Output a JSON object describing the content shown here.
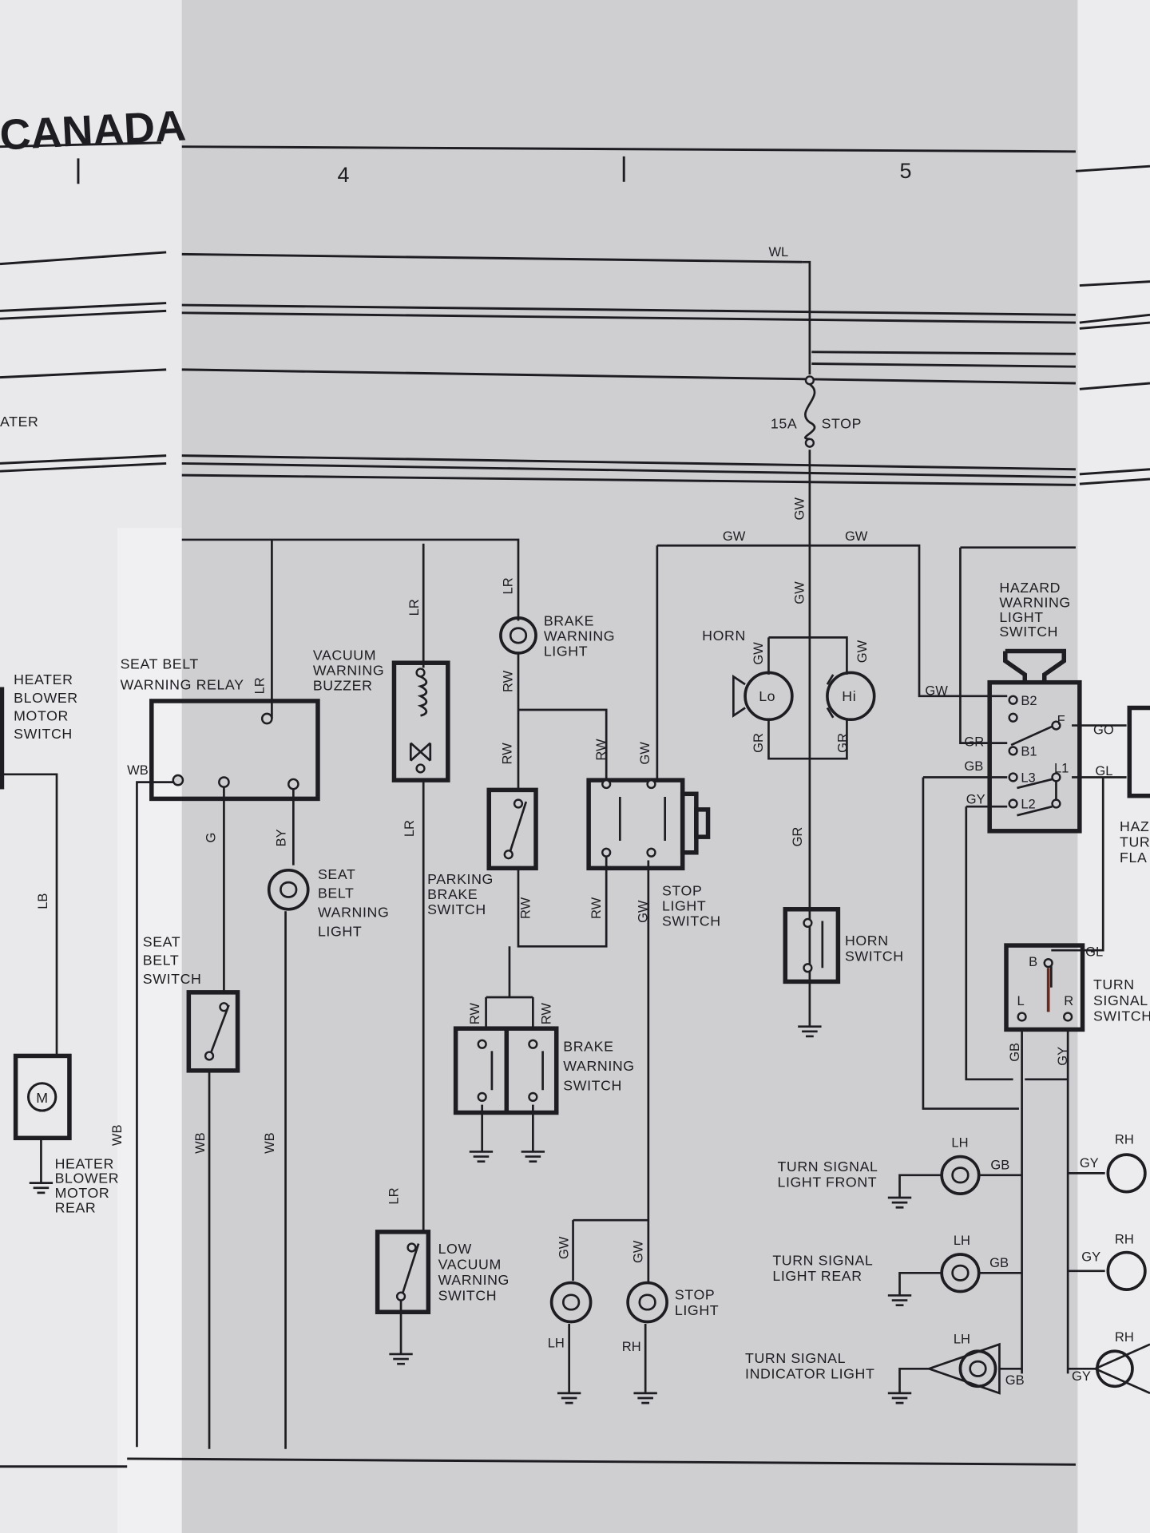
{
  "title": "CANADA",
  "columns": [
    "4",
    "5"
  ],
  "fuse": {
    "rating": "15A",
    "name": "STOP"
  },
  "components": {
    "heater_partial": [
      "ATER"
    ],
    "heater_blower_motor_switch": [
      "HEATER",
      "BLOWER",
      "MOTOR",
      "SWITCH"
    ],
    "heater_blower_motor_rear": [
      "HEATER",
      "BLOWER",
      "MOTOR",
      "REAR"
    ],
    "motor_symbol": [
      "M"
    ],
    "seat_belt_warning_relay": [
      "SEAT BELT",
      "WARNING  RELAY"
    ],
    "vacuum_warning_buzzer": [
      "VACUUM",
      "WARNING",
      "BUZZER"
    ],
    "brake_warning_light": [
      "BRAKE",
      "WARNING",
      "LIGHT"
    ],
    "seat_belt_warning_light": [
      "SEAT",
      "BELT",
      "WARNING",
      "LIGHT"
    ],
    "seat_belt_switch": [
      "SEAT",
      "BELT",
      "SWITCH"
    ],
    "parking_brake_switch": [
      "PARKING",
      "BRAKE",
      "SWITCH"
    ],
    "stop_light_switch": [
      "STOP",
      "LIGHT",
      "SWITCH"
    ],
    "brake_warning_switch": [
      "BRAKE",
      "WARNING",
      "SWITCH"
    ],
    "low_vacuum_warning_switch": [
      "LOW",
      "VACUUM",
      "WARNING",
      "SWITCH"
    ],
    "stop_light": [
      "STOP",
      "LIGHT"
    ],
    "horn": [
      "HORN"
    ],
    "horn_lo": [
      "Lo"
    ],
    "horn_hi": [
      "Hi"
    ],
    "horn_switch": [
      "HORN",
      "SWITCH"
    ],
    "hazard_warning_light_switch": [
      "HAZARD",
      "WARNING",
      "LIGHT",
      "SWITCH"
    ],
    "turn_signal_switch": [
      "TURN",
      "SIGNAL",
      "SWITCH"
    ],
    "hazard_turn_flasher": [
      "HAZ",
      "TUR",
      "FLA"
    ],
    "turn_signal_light_front": [
      "TURN  SIGNAL",
      "LIGHT FRONT"
    ],
    "turn_signal_light_rear": [
      "TURN  SIGNAL",
      "LIGHT  REAR"
    ],
    "turn_signal_indicator_light": [
      "TURN SIGNAL",
      "INDICATOR LIGHT"
    ]
  },
  "terminals": {
    "hazard": [
      "B2",
      "B1",
      "F",
      "L3",
      "L1",
      "L2"
    ],
    "turn_signal": [
      "B",
      "L",
      "R"
    ]
  },
  "wire_labels": [
    "WL",
    "GW",
    "GW",
    "GW",
    "GW",
    "GW",
    "GW",
    "GR",
    "GR",
    "GR",
    "LR",
    "LR",
    "RW",
    "LR",
    "RW",
    "RW",
    "GW",
    "WB",
    "G",
    "BY",
    "LB",
    "LR",
    "RW",
    "RW",
    "GW",
    "RW",
    "RW",
    "WB",
    "WB",
    "LR",
    "GW",
    "GW",
    "LH",
    "RH",
    "GW",
    "GR",
    "GB",
    "GY",
    "GO",
    "GL",
    "GL",
    "GB",
    "GY",
    "LH",
    "GB",
    "RH",
    "GY",
    "LH",
    "GB",
    "GY",
    "RH",
    "LH",
    "GB",
    "RH",
    "GY",
    "WB"
  ]
}
